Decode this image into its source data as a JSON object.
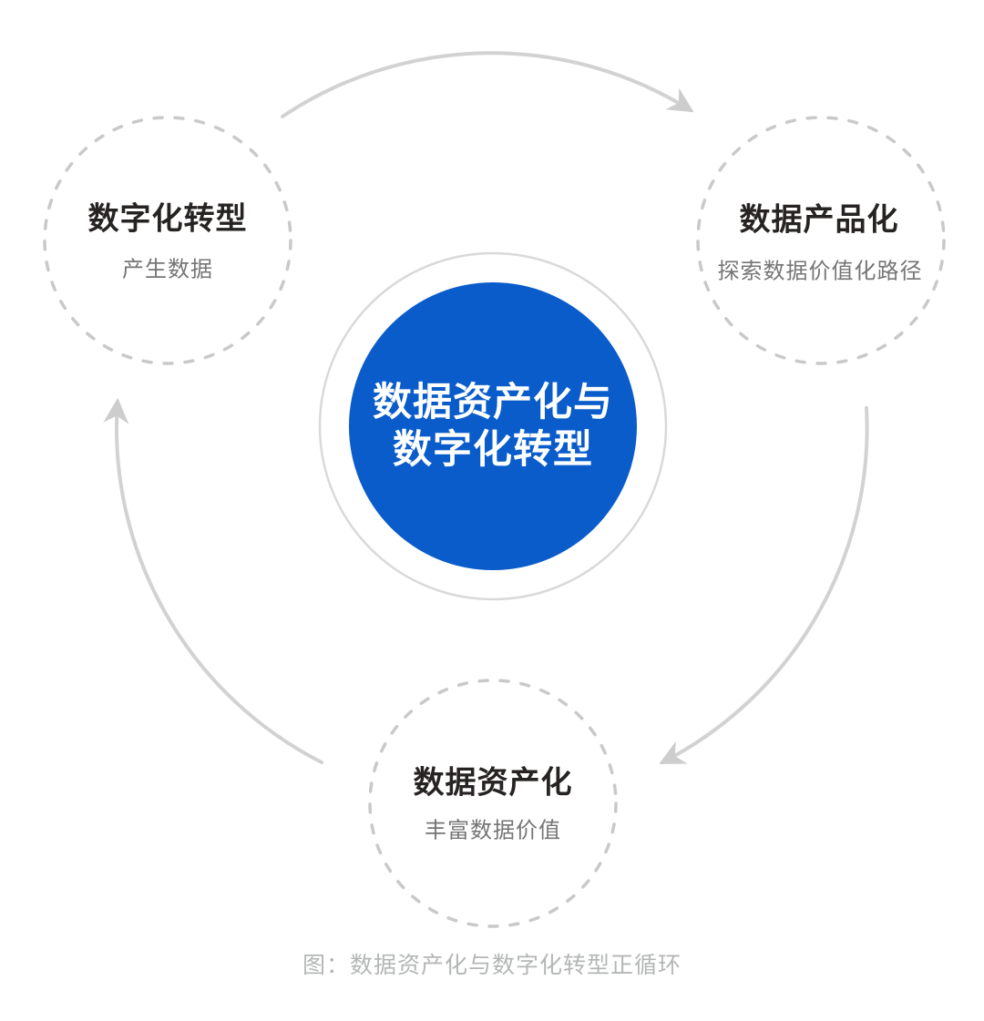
{
  "diagram": {
    "caption": "图：数据资产化与数字化转型正循环",
    "center": {
      "line1": "数据资产化与",
      "line2": "数字化转型"
    },
    "nodes": [
      {
        "id": "digital-transformation",
        "title": "数字化转型",
        "subtitle": "产生数据"
      },
      {
        "id": "data-productization",
        "title": "数据产品化",
        "subtitle": "探索数据价值化路径"
      },
      {
        "id": "data-capitalization",
        "title": "数据资产化",
        "subtitle": "丰富数据价值"
      }
    ],
    "flow_direction": "clockwise"
  },
  "colors": {
    "accent_blue": "#0a5ccb",
    "dashed_circle_gray": "#c9c9c9",
    "ring_gray": "#d9d9d9",
    "arrow_gray": "#d2d2d2",
    "arrowhead_gray": "#cdcdcd",
    "title_dark": "#262322",
    "subtitle_gray": "#757575",
    "caption_gray": "#b4b6b6",
    "center_text_white": "#ffffff"
  }
}
